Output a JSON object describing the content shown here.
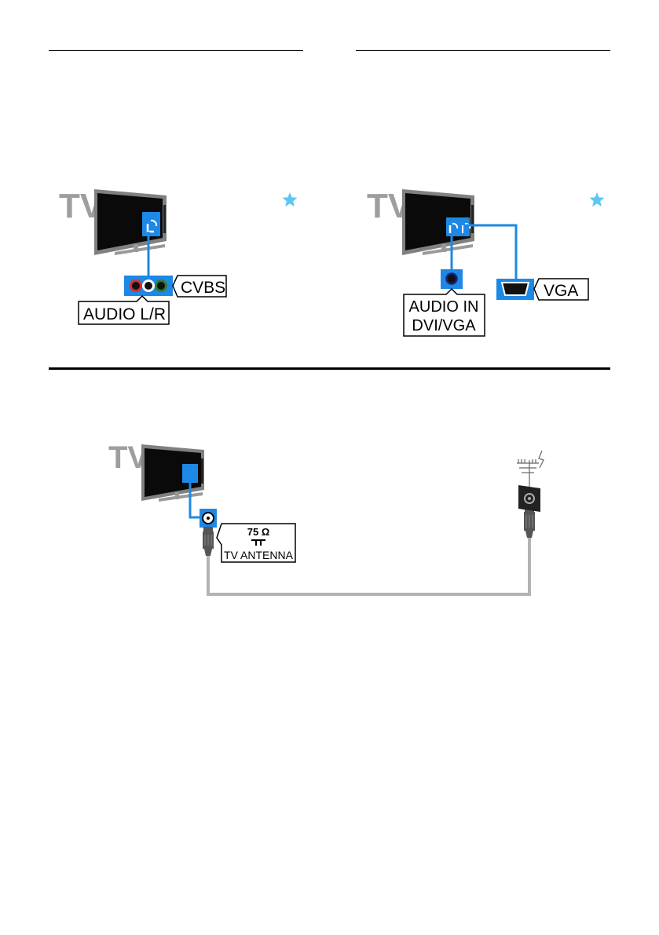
{
  "diagram_cvbs": {
    "tv_label": "TV",
    "connector_label": "CVBS",
    "audio_label": "AUDIO L/R",
    "star_icon": "star-icon",
    "colors": {
      "port_blue": "#1e88e5",
      "audio_red": "#d32f2f",
      "audio_white": "#ffffff",
      "video_green": "#2e7d32",
      "star": "#5bc8f0"
    }
  },
  "diagram_vga": {
    "tv_label": "TV",
    "audio_label_line1": "AUDIO IN",
    "audio_label_line2": "DVI/VGA",
    "vga_label": "VGA",
    "star_icon": "star-icon"
  },
  "diagram_antenna": {
    "tv_label": "TV",
    "impedance_label": "75 Ω",
    "antenna_label": "TV ANTENNA",
    "colors": {
      "cable": "#b3b3b3",
      "tv_text": "#9e9e9e"
    }
  }
}
